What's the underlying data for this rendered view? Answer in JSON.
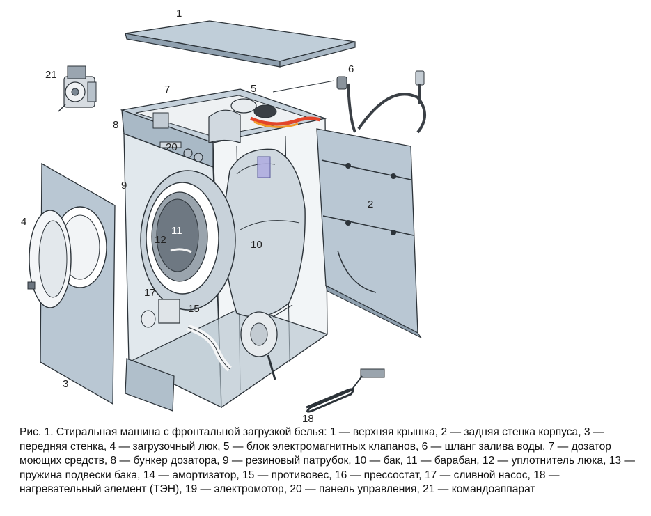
{
  "labels": {
    "l1": "1",
    "l2": "2",
    "l3": "3",
    "l4": "4",
    "l5": "5",
    "l6": "6",
    "l7": "7",
    "l8": "8",
    "l9": "9",
    "l10": "10",
    "l11": "11",
    "l12": "12",
    "l15": "15",
    "l17": "17",
    "l18": "18",
    "l20": "20",
    "l21": "21"
  },
  "caption": "Рис. 1. Стиральная машина с фронтальной загрузкой белья: 1 — верхняя крышка, 2 — задняя стенка корпуса, 3 — передняя стенка, 4 — загрузочный люк, 5 — блок электромагнитных клапанов, 6 — шланг залива воды, 7 — дозатор моющих средств, 8 — бункер дозатора, 9 — резиновый патрубок, 10 — бак, 11 — барабан, 12 — уплотнитель люка, 13 — пружина подвески бака, 14 — амортизатор, 15 — противовес, 16 — прессостат, 17 — сливной насос, 18 — нагревательный элемент (ТЭН), 19 — электромотор, 20 — панель управления, 21 — командоаппарат",
  "colors": {
    "panel": "#b9c7d3",
    "panel_dark": "#8e9fae",
    "outline": "#2c3339",
    "metal": "#c8ced4",
    "heat": "#e2452a"
  }
}
